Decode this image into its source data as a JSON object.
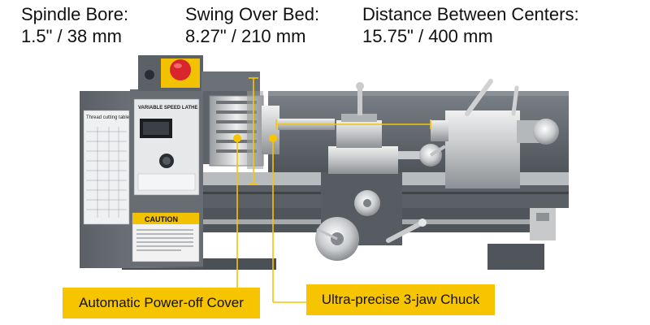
{
  "specs": [
    {
      "label": "Spindle Bore:",
      "value": "1.5\" / 38 mm"
    },
    {
      "label": "Swing Over Bed:",
      "value": "8.27\" / 210 mm"
    },
    {
      "label": "Distance Between Centers:",
      "value": "15.75\" / 400 mm"
    }
  ],
  "callouts": {
    "cover": "Automatic Power-off Cover",
    "chuck": "Ultra-precise 3-jaw Chuck"
  },
  "machine": {
    "panel_title": "VARIABLE SPEED LATHE",
    "thread_table_title": "Thread cutting table",
    "caution_label": "CAUTION"
  },
  "colors": {
    "callout_yellow": "#f7c500",
    "body_gray": "#5d6369",
    "estop_red": "#d8262c",
    "estop_yellow": "#f2c200"
  }
}
